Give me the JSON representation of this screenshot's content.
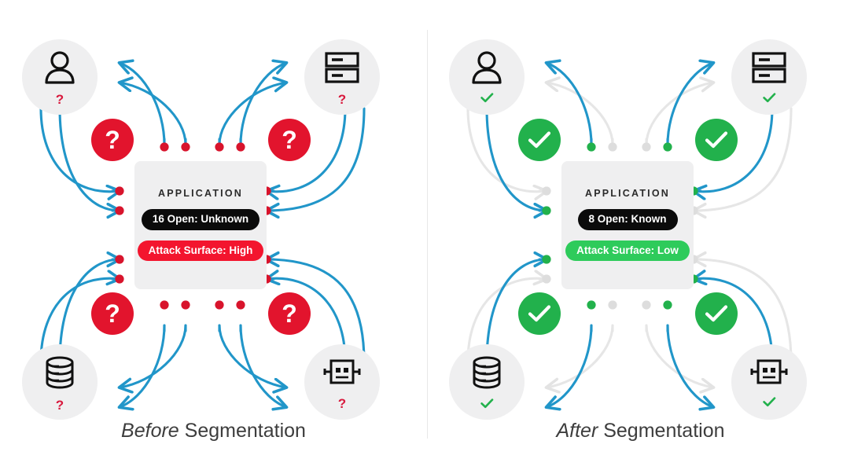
{
  "diagram": {
    "title_left": "Before Segmentation",
    "title_right": "After Segmentation",
    "colors": {
      "arrow_active": "#2196c9",
      "arrow_blocked": "#e6e6e6",
      "danger": "#e2142d",
      "success": "#22b14c",
      "dot_red": "#d8142c",
      "dot_green": "#22b14c",
      "dot_gray": "#dddddd",
      "node_bg": "#efeff0",
      "card_bg": "#efeff0",
      "divider": "#e8e8e8"
    }
  },
  "left": {
    "caption_emphasis": "Before",
    "caption_rest": " Segmentation",
    "app": {
      "title": "APPLICATION",
      "ports_label": "16 Open: Unknown",
      "surface_label": "Attack Surface: High"
    },
    "nodes": [
      {
        "name": "user",
        "icon": "user-icon",
        "mark": "?"
      },
      {
        "name": "server",
        "icon": "server-icon",
        "mark": "?"
      },
      {
        "name": "database",
        "icon": "database-icon",
        "mark": "?"
      },
      {
        "name": "device",
        "icon": "robot-icon",
        "mark": "?"
      }
    ],
    "badges": [
      {
        "name": "badge-top-left",
        "symbol": "?"
      },
      {
        "name": "badge-top-right",
        "symbol": "?"
      },
      {
        "name": "badge-bottom-left",
        "symbol": "?"
      },
      {
        "name": "badge-bottom-right",
        "symbol": "?"
      }
    ]
  },
  "right": {
    "caption_emphasis": "After",
    "caption_rest": " Segmentation",
    "app": {
      "title": "APPLICATION",
      "ports_label": "8 Open: Known",
      "surface_label": "Attack Surface: Low"
    },
    "nodes": [
      {
        "name": "user",
        "icon": "user-icon",
        "mark": "check"
      },
      {
        "name": "server",
        "icon": "server-icon",
        "mark": "check"
      },
      {
        "name": "database",
        "icon": "database-icon",
        "mark": "check"
      },
      {
        "name": "device",
        "icon": "robot-icon",
        "mark": "check"
      }
    ],
    "badges": [
      {
        "name": "badge-top-left",
        "symbol": "check"
      },
      {
        "name": "badge-top-right",
        "symbol": "check"
      },
      {
        "name": "badge-bottom-left",
        "symbol": "check"
      },
      {
        "name": "badge-bottom-right",
        "symbol": "check"
      }
    ]
  }
}
